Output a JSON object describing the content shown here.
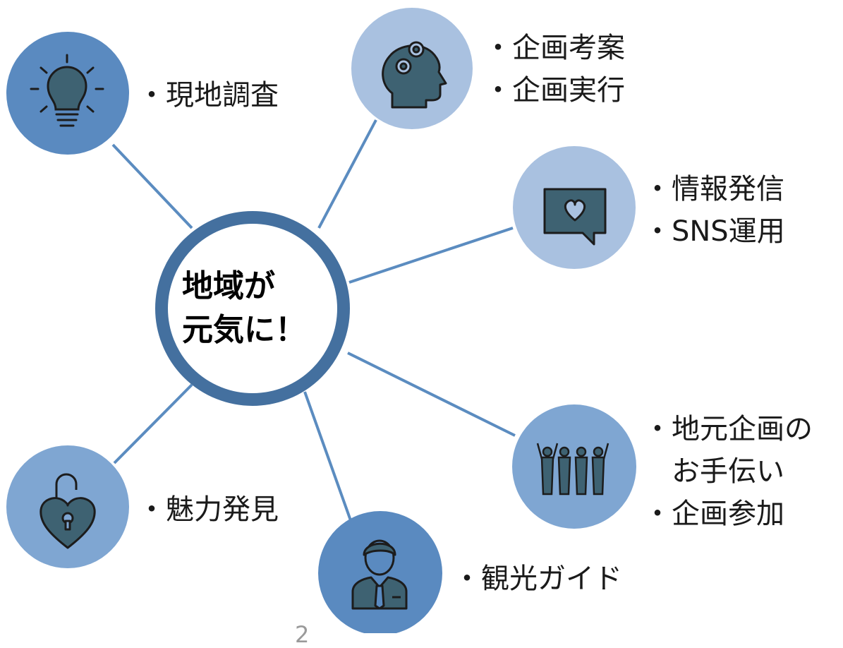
{
  "colors": {
    "connector": "#5b8cc0",
    "center_ring": "#44709f",
    "dark_blue": "#5a8ac0",
    "light_blue": "#a9c1e0",
    "mid_blue": "#7fa6d2",
    "icon_fill": "#3e6272",
    "icon_stroke": "#1c1c1c"
  },
  "center": {
    "line1": "地域が",
    "line2": "元気に！"
  },
  "nodes": [
    {
      "id": "survey",
      "icon": "lightbulb-icon",
      "bullets": [
        "・現地調査"
      ]
    },
    {
      "id": "planning",
      "icon": "head-gears-icon",
      "bullets": [
        "・企画考案",
        "・企画実行"
      ]
    },
    {
      "id": "sns",
      "icon": "heart-message-icon",
      "bullets": [
        "・情報発信",
        "・SNS運用"
      ]
    },
    {
      "id": "support",
      "icon": "people-celebrating-icon",
      "bullets": [
        "・地元企画の",
        "お手伝い",
        "・企画参加"
      ]
    },
    {
      "id": "guide",
      "icon": "guide-person-icon",
      "bullets": [
        "・観光ガイド"
      ]
    },
    {
      "id": "discovery",
      "icon": "heart-padlock-icon",
      "bullets": [
        "・魅力発見"
      ]
    }
  ],
  "page_number": "2"
}
